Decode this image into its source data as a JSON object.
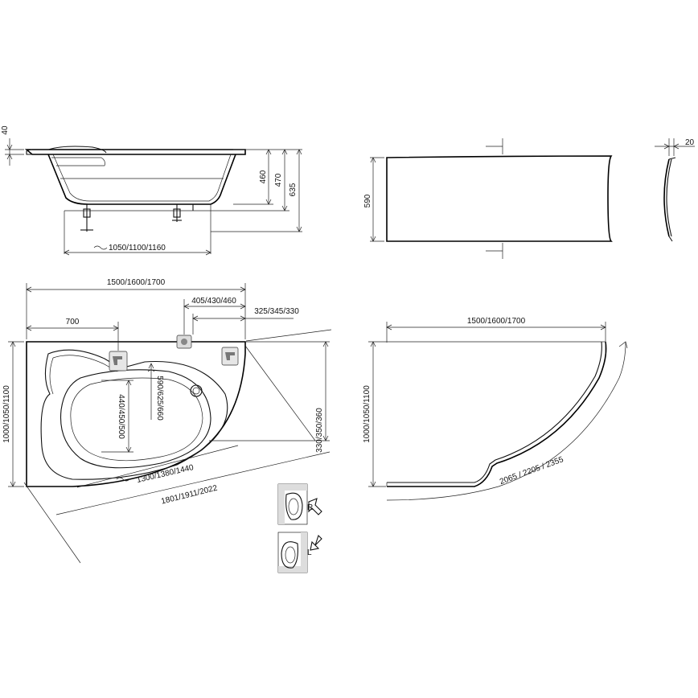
{
  "side_view": {
    "rim_thickness": "40",
    "height_to_rim_inner": "460",
    "height_to_rim": "470",
    "total_height": "635",
    "length_range": "1050/1100/1160"
  },
  "panel_front": {
    "height": "590"
  },
  "panel_side": {
    "thickness": "20"
  },
  "top_view": {
    "length": "1500/1600/1700",
    "tap_offset": "700",
    "drain_offset": "405/430/460",
    "corner_offset": "325/345/330",
    "width": "1000/1050/1100",
    "inner_width": "440/450/500",
    "inner_depth": "590/625/660",
    "inner_length": "1300/1380/1440",
    "diagonal": "1801/1911/2022",
    "right_offset": "330/350/360"
  },
  "panel_plan": {
    "length": "1500/1600/1700",
    "width": "1000/1050/1100",
    "arc_length": "2065 / 2205 / 2355"
  },
  "orientation": {
    "right_label": "R",
    "left_label": "L"
  }
}
